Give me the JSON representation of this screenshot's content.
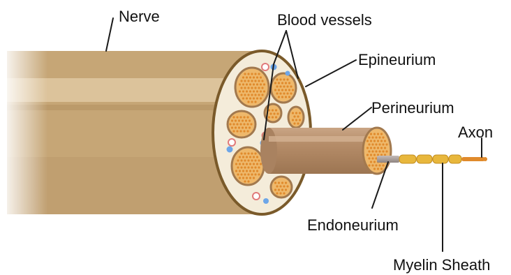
{
  "labels": {
    "nerve": "Nerve",
    "blood_vessels": "Blood vessels",
    "epineurium": "Epineurium",
    "perineurium": "Perineurium",
    "axon": "Axon",
    "endoneurium": "Endoneurium",
    "myelin_sheath": "Myelin Sheath"
  },
  "colors": {
    "nerve_body": "#c6a676",
    "nerve_band": "#dcc39b",
    "nerve_face_fill": "#f4ecda",
    "nerve_face_rim": "#7a5a2a",
    "fascicle_fill": "#eeb86b",
    "fascicle_rim": "#a2794e",
    "axon_dot": "#e08a2c",
    "blood_vessel_blue": "#6da6e8",
    "blood_vessel_red": "#e07a7a",
    "perineurium_body": "#b98f6b",
    "endoneurium": "#a79b97",
    "myelin": "#e8b73c",
    "axon": "#e08a2c"
  }
}
